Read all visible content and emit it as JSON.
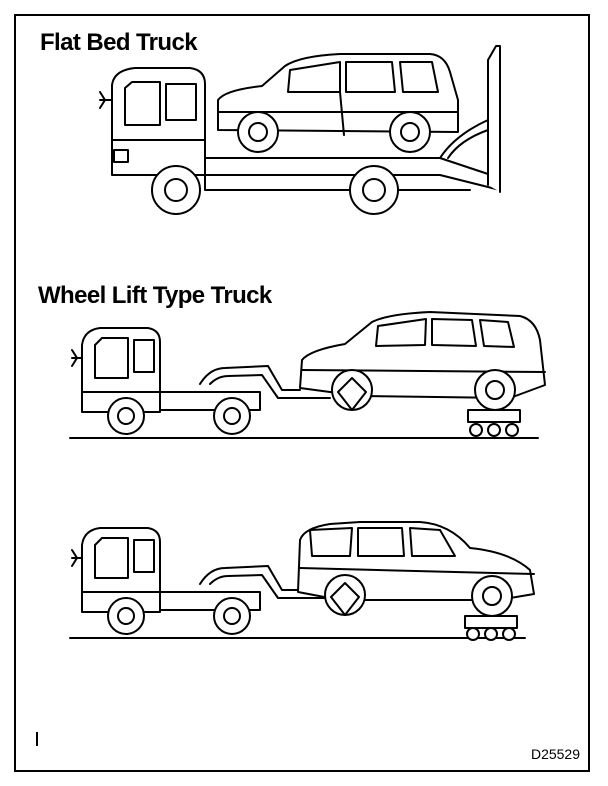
{
  "labels": {
    "flat_bed": "Flat Bed Truck",
    "wheel_lift": "Wheel Lift Type Truck"
  },
  "figure_code": "D25529"
}
